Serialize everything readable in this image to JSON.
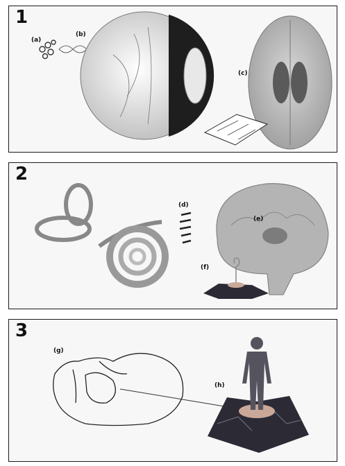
{
  "panels": [
    {
      "number": "1",
      "labels": {
        "a": "(a)",
        "b": "(b)",
        "c": "(c)"
      }
    },
    {
      "number": "2",
      "labels": {
        "d": "(d)",
        "e": "(e)",
        "f": "(f)"
      }
    },
    {
      "number": "3",
      "labels": {
        "g": "(g)",
        "h": "(h)"
      }
    }
  ],
  "colors": {
    "border": "#1a1a1a",
    "map": "#2b2a35",
    "disc": "#c9a89a",
    "figure": "#55545e"
  }
}
